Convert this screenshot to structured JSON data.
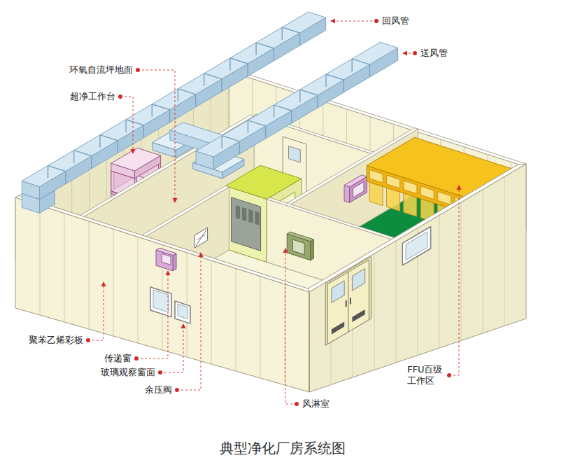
{
  "diagram": {
    "caption": "典型净化厂房系统图",
    "labels": [
      "回风管",
      "送风管",
      "环氧自流坪地面",
      "超净工作台",
      "聚苯乙烯彩板",
      "FFU百级 工作区",
      "传递窗",
      "玻璃观察窗面",
      "余压阀",
      "风淋室"
    ]
  }
}
